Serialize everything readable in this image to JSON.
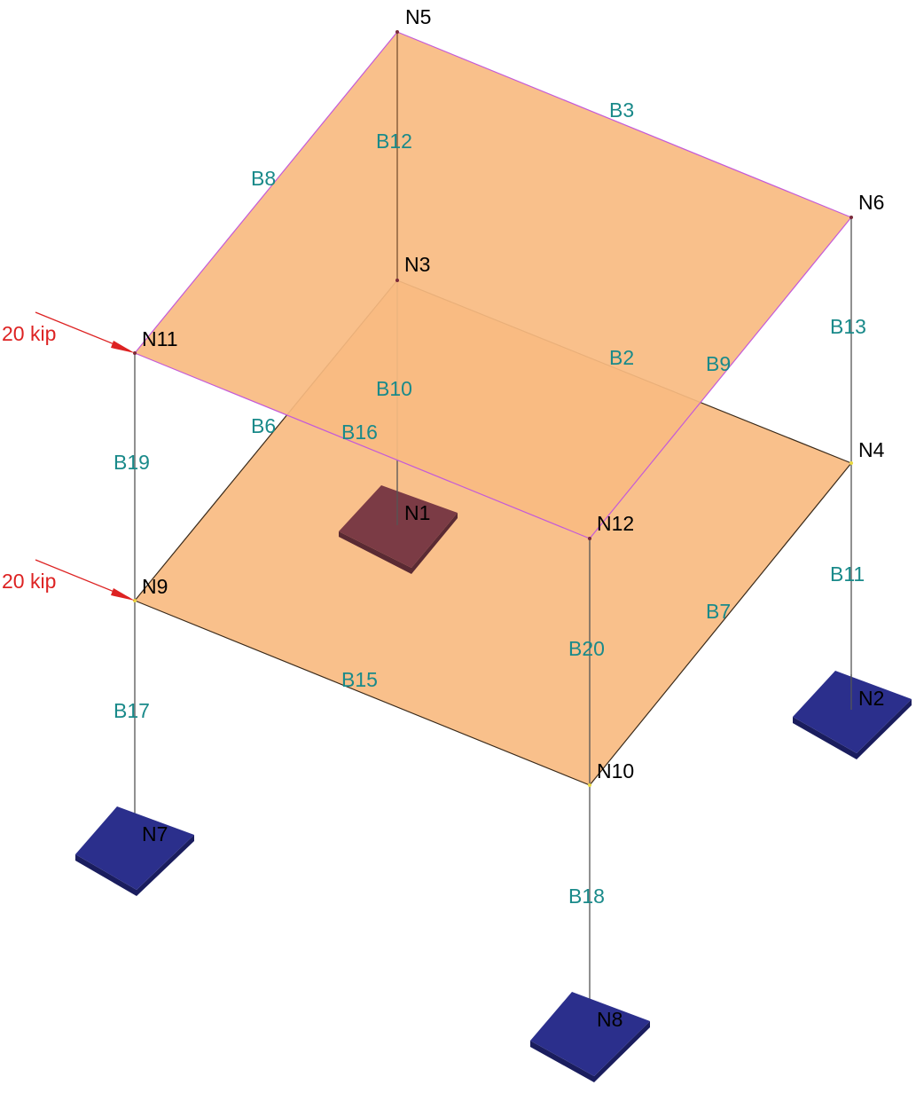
{
  "colors": {
    "slab_fill": "#f9bb81",
    "slab_edge_upper": "#c45ad8",
    "slab_edge_lower": "#3a2a1a",
    "member": "#555555",
    "member_upper": "#7a5030",
    "node_label": "#000000",
    "beam_label": "#1a8a8a",
    "load": "#dd2222",
    "support_top": "#2b2f8c",
    "support_side": "#1a1d5e",
    "core_top": "#7b3b45",
    "core_side": "#5a2a33"
  },
  "nodes": {
    "n1": "N1",
    "n2": "N2",
    "n3": "N3",
    "n4": "N4",
    "n5": "N5",
    "n6": "N6",
    "n7": "N7",
    "n8": "N8",
    "n9": "N9",
    "n10": "N10",
    "n11": "N11",
    "n12": "N12"
  },
  "beams": {
    "b2": "B2",
    "b3": "B3",
    "b6": "B6",
    "b7": "B7",
    "b8": "B8",
    "b9": "B9",
    "b10": "B10",
    "b11": "B11",
    "b12": "B12",
    "b13": "B13",
    "b15": "B15",
    "b16": "B16",
    "b17": "B17",
    "b18": "B18",
    "b19": "B19",
    "b20": "B20"
  },
  "loads": {
    "upper": "20 kip",
    "lower": "20 kip"
  }
}
